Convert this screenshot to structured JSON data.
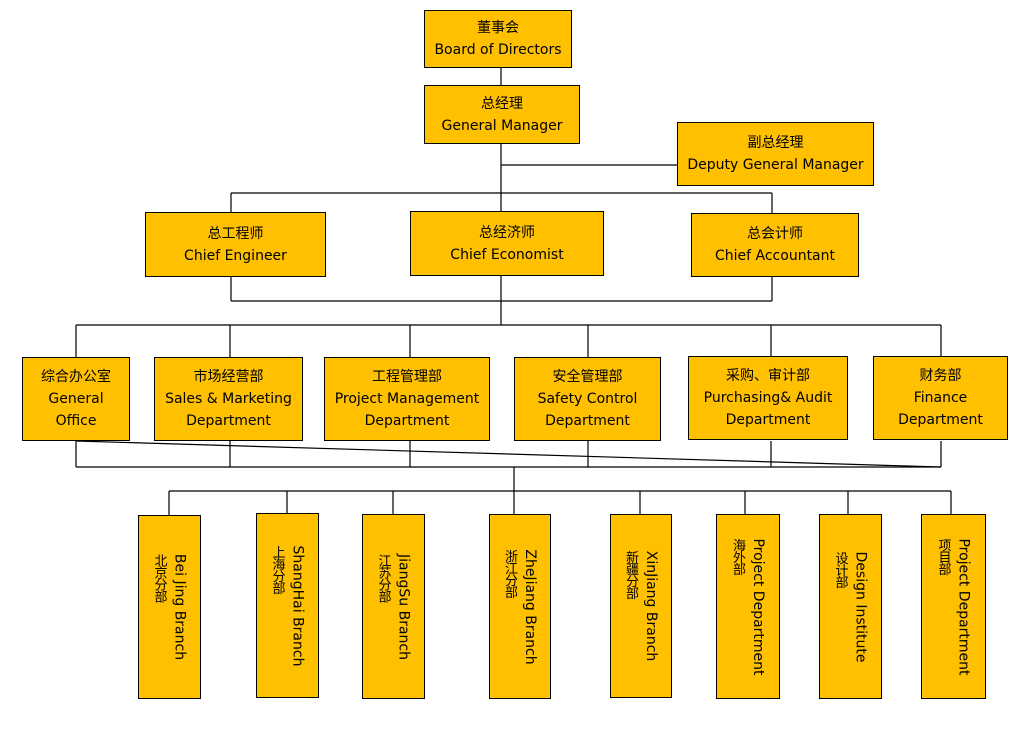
{
  "colors": {
    "box_fill": "#FFC000",
    "border": "#000000",
    "line": "#000000"
  },
  "board": {
    "zh": "董事会",
    "en": "Board of Directors"
  },
  "general_manager": {
    "zh": "总经理",
    "en": "General Manager"
  },
  "deputy": {
    "zh": "副总经理",
    "en": "Deputy General Manager"
  },
  "chiefs": [
    {
      "zh": "总工程师",
      "en": "Chief Engineer"
    },
    {
      "zh": "总经济师",
      "en": "Chief Economist"
    },
    {
      "zh": "总会计师",
      "en": "Chief Accountant"
    }
  ],
  "departments": [
    {
      "zh": "综合办公室",
      "en1": "General",
      "en2": "Office"
    },
    {
      "zh": "市场经营部",
      "en1": "Sales & Marketing",
      "en2": "Department"
    },
    {
      "zh": "工程管理部",
      "en1": "Project Management",
      "en2": "Department"
    },
    {
      "zh": "安全管理部",
      "en1": "Safety Control",
      "en2": "Department"
    },
    {
      "zh": "采购、审计部",
      "en1": "Purchasing&  Audit",
      "en2": "Department"
    },
    {
      "zh": "财务部",
      "en1": "Finance",
      "en2": "Department"
    }
  ],
  "branches": [
    {
      "en": "Bei Jing Branch",
      "zh": "北京分部"
    },
    {
      "en": "ShangHai Branch",
      "zh": "上海分部"
    },
    {
      "en": "JiangSu Branch",
      "zh": "江苏分部"
    },
    {
      "en": "ZheJiang Branch",
      "zh": "浙江分部"
    },
    {
      "en": "XinJiang Branch",
      "zh": "新疆分部"
    },
    {
      "en": "Project Department",
      "zh": "海外部"
    },
    {
      "en": "Design Institute",
      "zh": "设计部"
    },
    {
      "en": "Project Department",
      "zh": "项目部"
    }
  ]
}
